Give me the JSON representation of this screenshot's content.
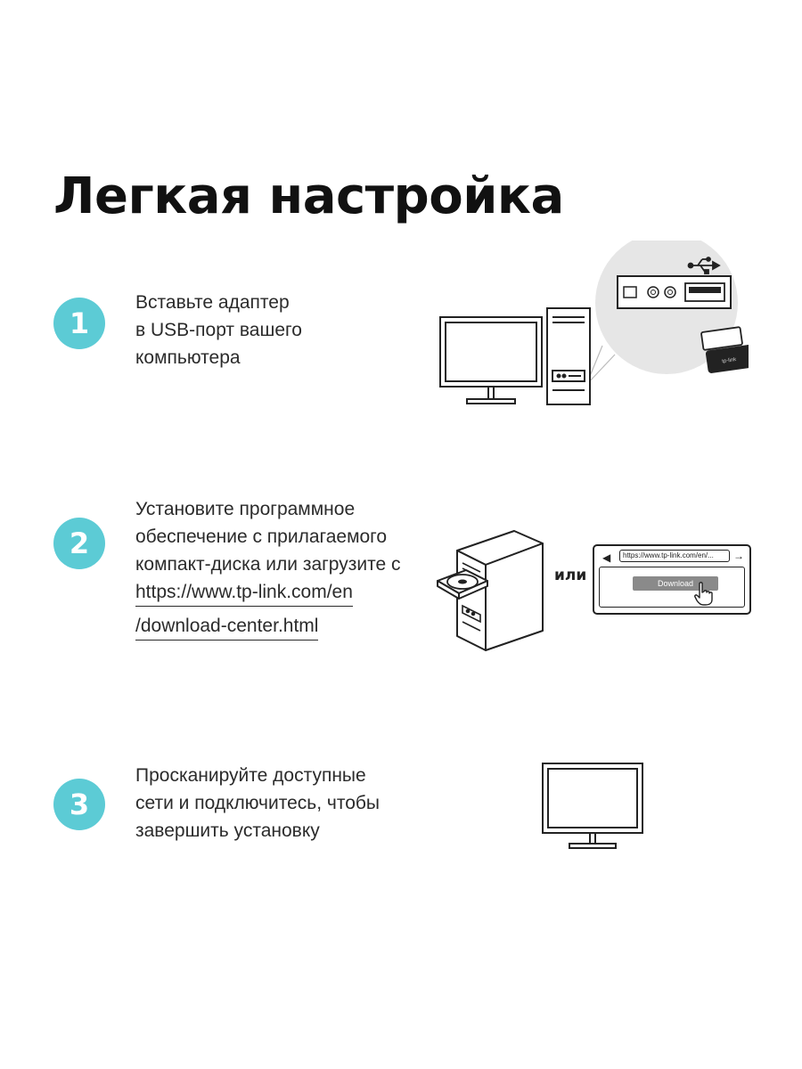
{
  "title": "Легкая настройка",
  "steps": [
    {
      "number": "1",
      "lines": [
        "Вставьте адаптер",
        "в USB-порт вашего",
        "компьютера"
      ]
    },
    {
      "number": "2",
      "lines": [
        "Установите программное",
        "обеспечение с прилагаемого",
        "компакт-диска или загрузите с"
      ],
      "link_lines": [
        "https://www.tp-link.com/en",
        "/download-center.html"
      ],
      "or_label": "или",
      "browser_url": "https://www.tp-link.com/en/...",
      "download_button": "Download"
    },
    {
      "number": "3",
      "lines": [
        "Просканируйте доступные",
        "сети и подключитесь, чтобы",
        "завершить установку"
      ]
    }
  ],
  "colors": {
    "accent": "#5ccbd5",
    "line": "#222222",
    "bubble": "#e6e6e6"
  }
}
